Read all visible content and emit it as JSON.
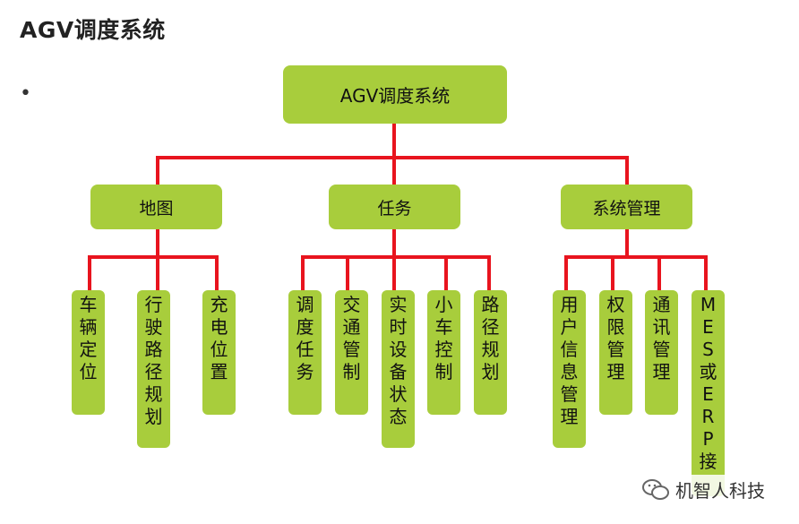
{
  "title": "AGV调度系统",
  "bullet": "•",
  "diagram": {
    "root": "AGV调度系统",
    "branches": [
      {
        "label": "地图",
        "children": [
          "车辆定位",
          "行驶路径规划",
          "充电位置"
        ]
      },
      {
        "label": "任务",
        "children": [
          "调度任务",
          "交通管制",
          "实时设备状态",
          "小车控制",
          "路径规划"
        ]
      },
      {
        "label": "系统管理",
        "children": [
          "用户信息管理",
          "权限管理",
          "通讯管理",
          "MES或ERP接"
        ]
      }
    ]
  },
  "watermark": "机智人科技",
  "colors": {
    "node_fill": "#a8cd3c",
    "connector": "#e8141e"
  }
}
